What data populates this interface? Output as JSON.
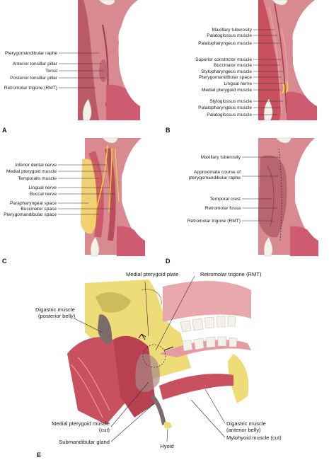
{
  "colors": {
    "mucosa": "#cf7f86",
    "mucosa_dark": "#a44a57",
    "muscle": "#c9505f",
    "muscle_light": "#e79aa1",
    "tongue": "#c95669",
    "tooth": "#f4f1ea",
    "bone": "#eedc78",
    "nerve": "#f1d238",
    "fat": "#f2d074",
    "gland": "#7c6b6b",
    "leader": "#333333"
  },
  "panels": {
    "A": {
      "letter": "A",
      "labels": [
        "Pterygomandibular raphe",
        "Anterior tonsillar pillar",
        "Tonsil",
        "Posterior tonsillar pillar",
        "Retromolar trigone (RMT)"
      ]
    },
    "B": {
      "letter": "B",
      "labels": [
        "Maxillary tuberosity",
        "Palatoglossus muscle",
        "Palatopharyngeus muscle",
        "Superior constrictor muscle",
        "Buccinator muscle",
        "Stylopharyngeus muscle",
        "Pterygomandibular space",
        "Lingual nerve",
        "Medial pterygoid muscle",
        "Styloglossus muscle",
        "Palatopharyngeus muscle",
        "Palatoglossus muscle"
      ]
    },
    "C": {
      "letter": "C",
      "labels": [
        "Inferior dental nerve",
        "Medial pterygoid muscle",
        "Temporalis muscle",
        "Lingual nerve",
        "Buccal nerve",
        "Parapharyngeal space",
        "Buccinator space",
        "Pterygomandibular space"
      ]
    },
    "D": {
      "letter": "D",
      "labels": [
        "Maxillary tuberosity",
        "Approximate course of",
        "pterygomandibular raphe",
        "Temporal crest",
        "Retromolar fossa",
        "Retromolar trigone (RMT)"
      ]
    },
    "E": {
      "letter": "E",
      "labels": [
        "Medial pterygoid plate",
        "Retromolar trigone (RMT)",
        "Digastric muscle",
        "(posterior belly)",
        "Medial pterygoid muscle",
        "(cut)",
        "Submandibular gland",
        "Hyoid",
        "Digastric muscle",
        "(anterior belly)",
        "Mylohyoid muscle (cut)"
      ]
    }
  }
}
